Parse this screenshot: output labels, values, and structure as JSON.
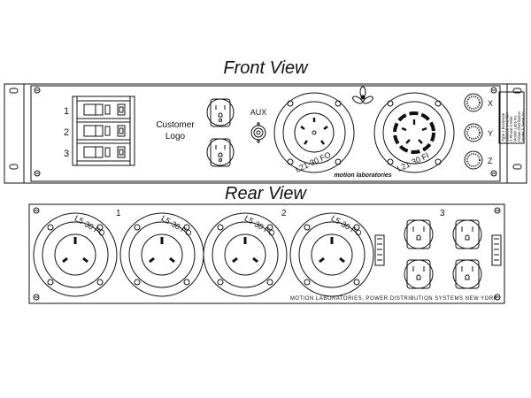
{
  "front": {
    "title": "Front View",
    "breaker_labels": [
      "1",
      "2",
      "3"
    ],
    "customer_logo": [
      "Customer",
      "Logo"
    ],
    "aux_label": "AUX",
    "twistlock_labels": [
      "L21-30 FO",
      "L21-30 FI"
    ],
    "brand": "motion laboratories",
    "indicator_labels": [
      "X",
      "Y",
      "Z"
    ],
    "nameplate_lines": [
      "Type 1 Enclosure",
      "120/208 VAC 30A",
      "3 Phase 5 Wire",
      "Motion Labs Inc",
      "Power Distribution",
      "Model & Serial No"
    ]
  },
  "rear": {
    "title": "Rear View",
    "circuit_labels": [
      "1",
      "2",
      "3"
    ],
    "twistlock_label": "L5-30 FO",
    "footer": "MOTION LABORATORIES, POWER DISTRIBUTION SYSTEMS NEW YORK"
  }
}
